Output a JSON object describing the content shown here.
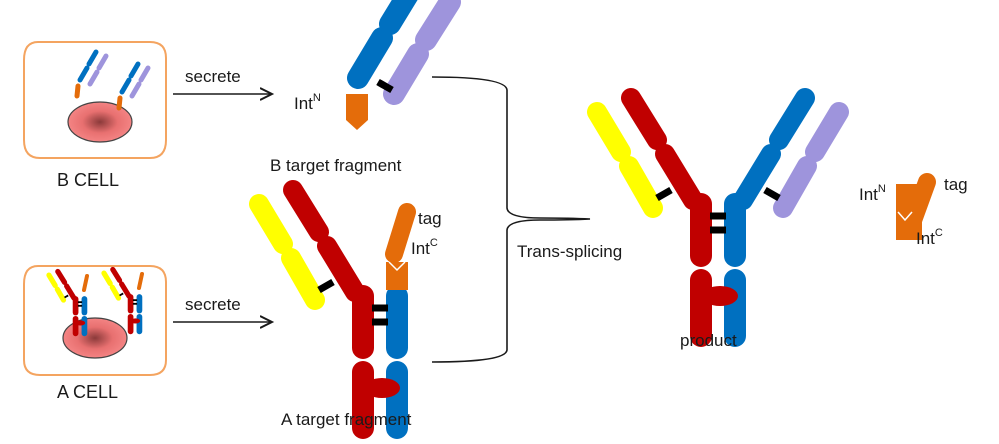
{
  "diagram": {
    "title": "Antibody trans-splicing assembly",
    "colors": {
      "heavy_a": "#c00000",
      "light_a": "#ffff00",
      "heavy_b": "#0070c0",
      "light_b": "#9e94dc",
      "intein": "#e46c0a",
      "bond": "#000000",
      "cell_border": "#f4a460",
      "nucleus": "#f08080",
      "line": "#1a1a1a"
    },
    "cells": [
      {
        "id": "b-cell",
        "label": "B CELL"
      },
      {
        "id": "a-cell",
        "label": "A CELL"
      }
    ],
    "arrows": [
      {
        "id": "secrete-b",
        "label": "secrete"
      },
      {
        "id": "secrete-a",
        "label": "secrete"
      }
    ],
    "fragments": {
      "b": {
        "label": "B target fragment",
        "intein_label": "Int",
        "intein_sup": "N"
      },
      "a": {
        "label": "A target fragment",
        "tag_label": "tag",
        "intein_label": "Int",
        "intein_sup": "C"
      }
    },
    "process": {
      "label": "Trans-splicing"
    },
    "product": {
      "label": "product"
    },
    "byproduct": {
      "int_n_label": "Int",
      "int_n_sup": "N",
      "tag_label": "tag",
      "int_c_label": "Int",
      "int_c_sup": "C"
    }
  }
}
